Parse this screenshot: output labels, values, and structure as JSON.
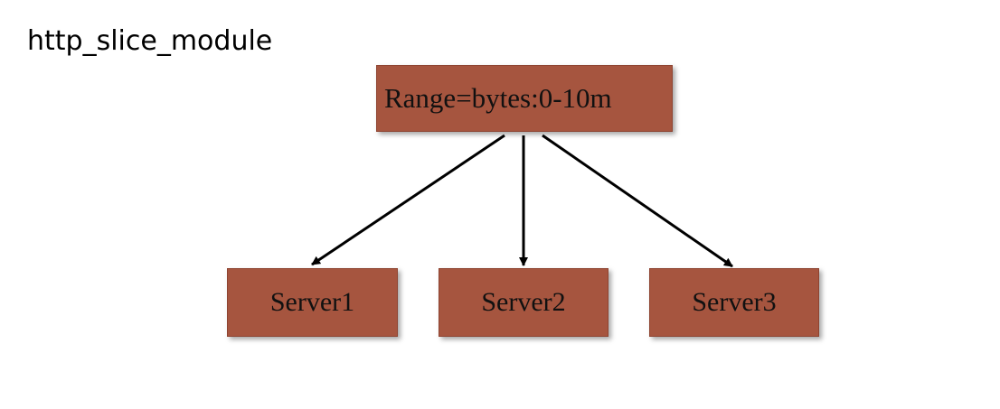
{
  "title": "http_slice_module",
  "request": {
    "label": "Range=bytes:0-10m"
  },
  "servers": [
    {
      "label": "Server1"
    },
    {
      "label": "Server2"
    },
    {
      "label": "Server3"
    }
  ],
  "colors": {
    "box_fill": "#a6553f",
    "arrow": "#000000"
  }
}
